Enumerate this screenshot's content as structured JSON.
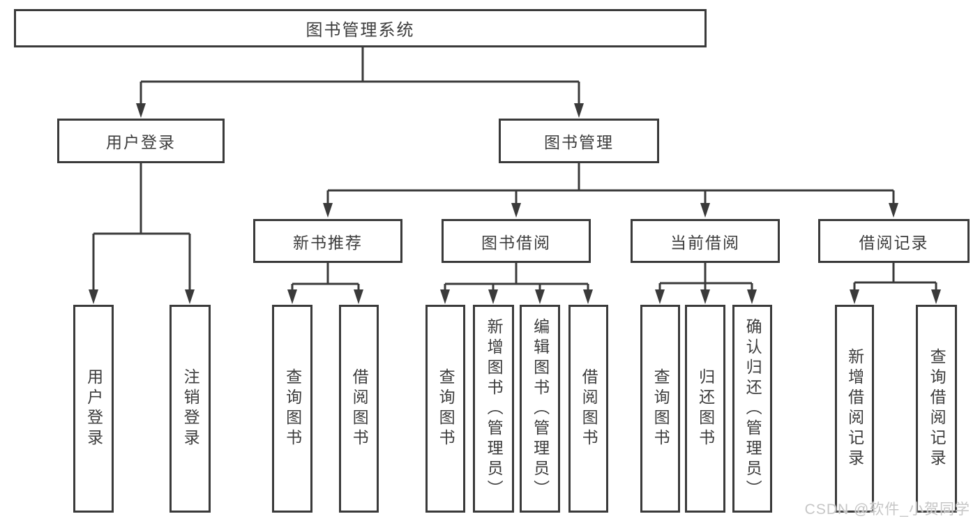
{
  "colors": {
    "line": "#3a3a3a",
    "text": "#3c3c3c",
    "background": "#ffffff",
    "watermark_text_color": "#c6c6c6"
  },
  "watermark": {
    "text": "CSDN @软件_小贺同学"
  },
  "tree": {
    "root": {
      "label": "图书管理系统"
    },
    "branches": [
      {
        "label": "用户登录",
        "children": [
          {
            "label": "用户登录"
          },
          {
            "label": "注销登录"
          }
        ]
      },
      {
        "label": "图书管理",
        "sections": [
          {
            "label": "新书推荐",
            "children": [
              {
                "label": "查询图书"
              },
              {
                "label": "借阅图书"
              }
            ]
          },
          {
            "label": "图书借阅",
            "children": [
              {
                "label": "查询图书"
              },
              {
                "label": "新增图书（管理员）"
              },
              {
                "label": "编辑图书（管理员）"
              },
              {
                "label": "借阅图书"
              }
            ]
          },
          {
            "label": "当前借阅",
            "children": [
              {
                "label": "查询图书"
              },
              {
                "label": "归还图书"
              },
              {
                "label": "确认归还（管理员）"
              }
            ]
          },
          {
            "label": "借阅记录",
            "children": [
              {
                "label": "新增借阅记录"
              },
              {
                "label": "查询借阅记录"
              }
            ]
          }
        ]
      }
    ]
  }
}
